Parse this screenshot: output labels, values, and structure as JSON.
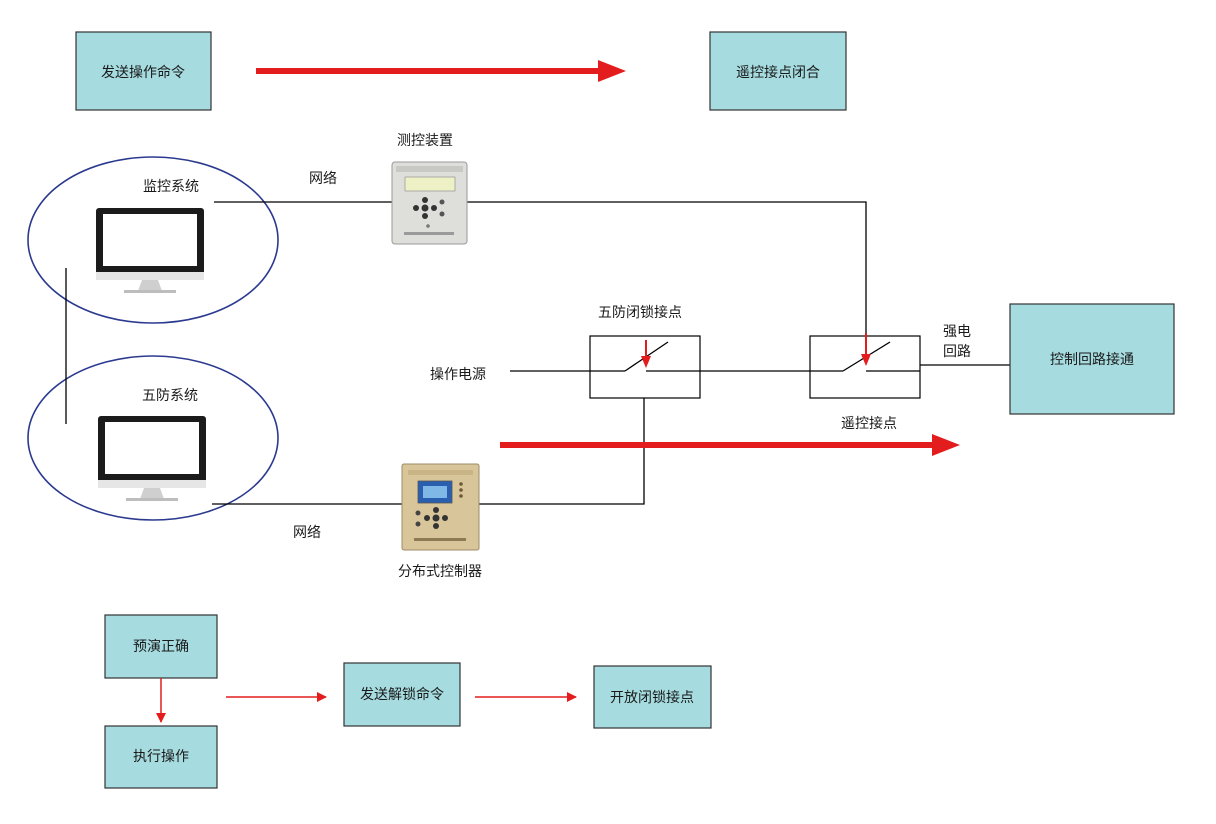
{
  "top": {
    "send_command": "发送操作命令",
    "remote_contact_close": "遥控接点闭合"
  },
  "devices": {
    "measure_control_device": "测控装置",
    "distributed_controller": "分布式控制器"
  },
  "systems": {
    "monitoring_system": "监控系统",
    "five_prevention_system": "五防系统"
  },
  "labels": {
    "network_top": "网络",
    "network_bottom": "网络",
    "operating_power": "操作电源",
    "five_prevention_lock_contact": "五防闭锁接点",
    "remote_contact": "遥控接点",
    "strong_current_line1": "强电",
    "strong_current_line2": "回路",
    "control_loop_on": "控制回路接通"
  },
  "bottom": {
    "rehearsal_correct": "预演正确",
    "execute_operation": "执行操作",
    "send_unlock_command": "发送解锁命令",
    "open_lock_contact": "开放闭锁接点"
  },
  "colors": {
    "box_fill": "#a6dce0",
    "arrow_red": "#e31d1d",
    "ellipse_blue": "#2b3a8f"
  }
}
